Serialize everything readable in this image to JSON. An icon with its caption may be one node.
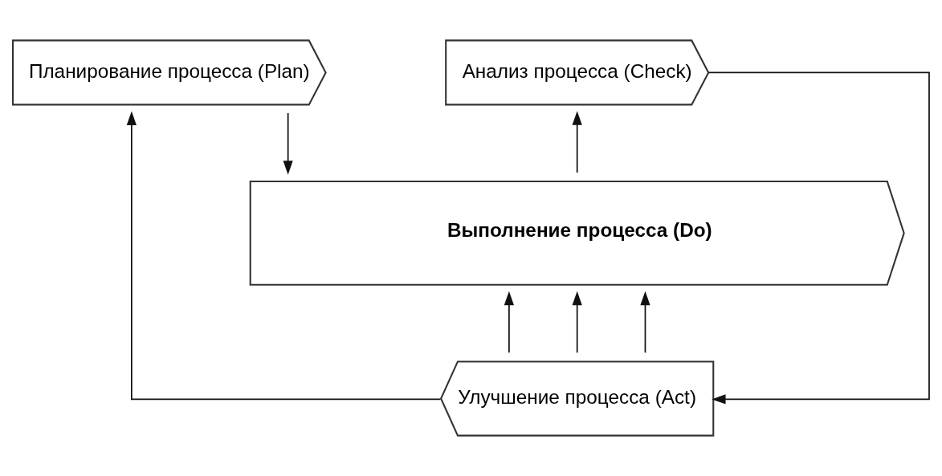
{
  "diagram": {
    "nodes": [
      {
        "text": [
          "Планирование процесса (Plan)"
        ]
      },
      {
        "text": [
          "Анализ процесса (Check)"
        ]
      },
      {
        "text": [
          "Выполнение процесса (Do)"
        ]
      },
      {
        "text": [
          "Улучшение процесса (Act)"
        ]
      }
    ],
    "edges": [
      {
        "from": 0,
        "to": 2,
        "arrow": "to"
      },
      {
        "from": 2,
        "to": 1,
        "arrow": "to"
      },
      {
        "from": 1,
        "to": 3,
        "arrow": "to"
      },
      {
        "from": 3,
        "to": 0,
        "arrow": "to"
      },
      {
        "from": 3,
        "to": 2,
        "arrow": "to"
      },
      {
        "from": 3,
        "to": 2,
        "arrow": "to"
      },
      {
        "from": 3,
        "to": 2,
        "arrow": "to"
      }
    ]
  }
}
